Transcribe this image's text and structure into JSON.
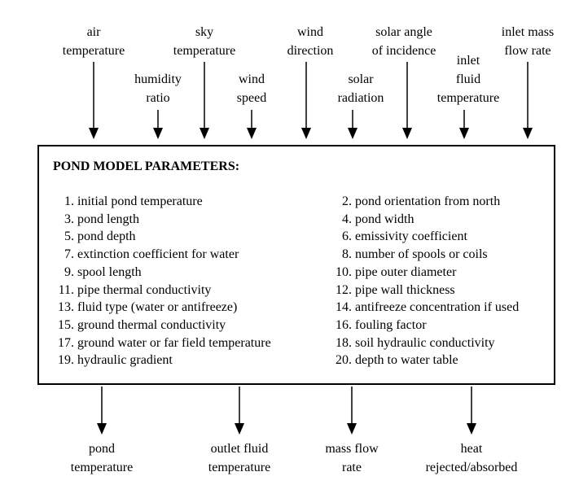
{
  "inputs": [
    {
      "lines": [
        "air",
        "temperature"
      ]
    },
    {
      "lines": [
        "humidity",
        "ratio"
      ]
    },
    {
      "lines": [
        "sky",
        "temperature"
      ]
    },
    {
      "lines": [
        "wind",
        "speed"
      ]
    },
    {
      "lines": [
        "wind",
        "direction"
      ]
    },
    {
      "lines": [
        "solar",
        "radiation"
      ]
    },
    {
      "lines": [
        "solar angle",
        "of incidence"
      ]
    },
    {
      "lines": [
        "inlet",
        "fluid",
        "temperature"
      ]
    },
    {
      "lines": [
        "inlet mass",
        "flow rate"
      ]
    }
  ],
  "box": {
    "title": "POND MODEL PARAMETERS:",
    "left_column": [
      {
        "num": "1.",
        "text": "initial pond temperature"
      },
      {
        "num": "3.",
        "text": "pond length"
      },
      {
        "num": "5.",
        "text": "pond depth"
      },
      {
        "num": "7.",
        "text": "extinction coefficient for water"
      },
      {
        "num": "9.",
        "text": "spool length"
      },
      {
        "num": "11.",
        "text": "pipe thermal conductivity"
      },
      {
        "num": "13.",
        "text": "fluid type (water or antifreeze)"
      },
      {
        "num": "15.",
        "text": "ground thermal conductivity"
      },
      {
        "num": "17.",
        "text": "ground water or far field temperature"
      },
      {
        "num": "19.",
        "text": "hydraulic gradient"
      }
    ],
    "right_column": [
      {
        "num": "2.",
        "text": "pond orientation from north"
      },
      {
        "num": "4.",
        "text": "pond width"
      },
      {
        "num": "6.",
        "text": "emissivity coefficient"
      },
      {
        "num": "8.",
        "text": "number of spools or coils"
      },
      {
        "num": "10.",
        "text": "pipe outer diameter"
      },
      {
        "num": "12.",
        "text": "pipe wall thickness"
      },
      {
        "num": "14.",
        "text": "antifreeze concentration if used"
      },
      {
        "num": "16.",
        "text": "fouling factor"
      },
      {
        "num": "18.",
        "text": "soil hydraulic conductivity"
      },
      {
        "num": "20.",
        "text": "depth to water table"
      }
    ]
  },
  "outputs": [
    {
      "lines": [
        "pond",
        "temperature"
      ]
    },
    {
      "lines": [
        "outlet fluid",
        "temperature"
      ]
    },
    {
      "lines": [
        "mass flow",
        "rate"
      ]
    },
    {
      "lines": [
        "heat",
        "rejected/absorbed"
      ]
    }
  ],
  "colors": {
    "line": "#000000",
    "text": "#000000",
    "background": "#ffffff"
  }
}
